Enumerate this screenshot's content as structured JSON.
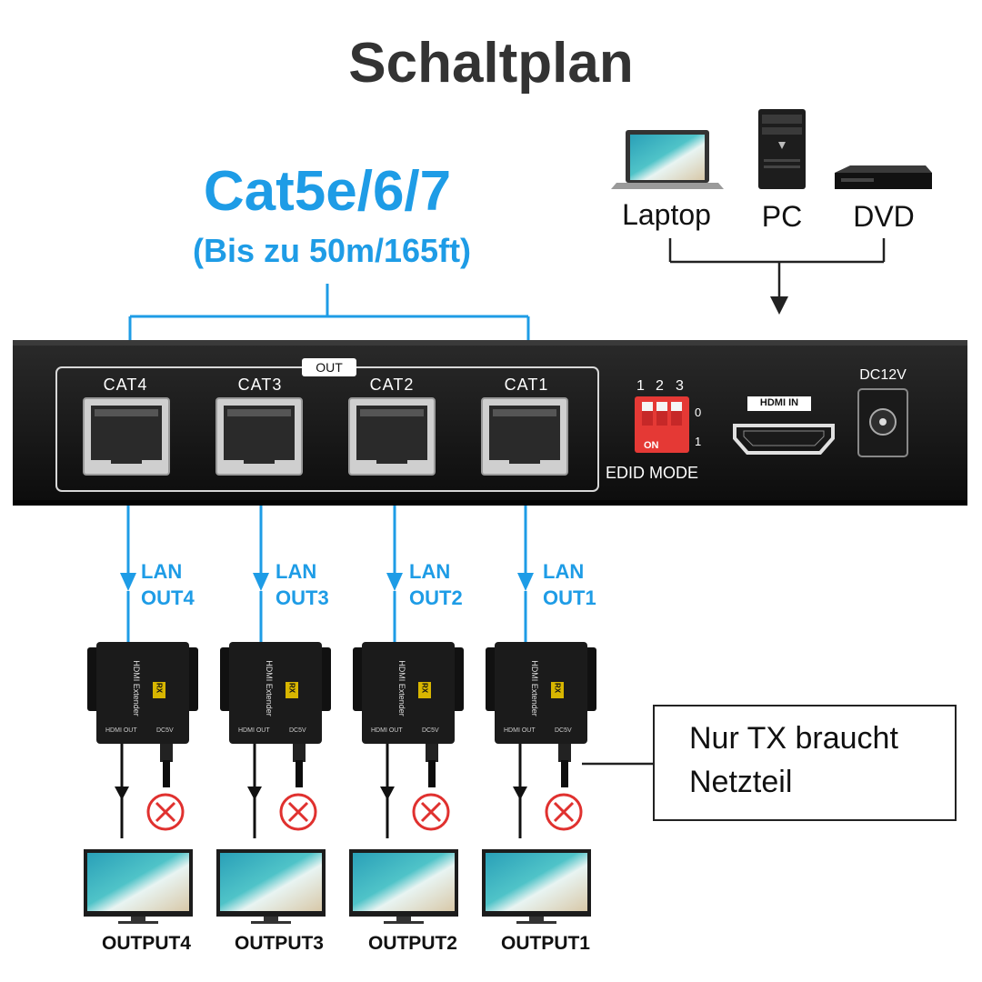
{
  "title": "Schaltplan",
  "cable": {
    "title": "Cat5e/6/7",
    "subtitle": "(Bis zu 50m/165ft)"
  },
  "sources": [
    "Laptop",
    "PC",
    "DVD"
  ],
  "device": {
    "out_label": "OUT",
    "ports": [
      "CAT4",
      "CAT3",
      "CAT2",
      "CAT1"
    ],
    "dip_numbers": [
      "1",
      "2",
      "3"
    ],
    "dip_side": [
      "0",
      "1"
    ],
    "dip_on_label": "ON",
    "edid_label": "EDID MODE",
    "hdmi_label": "HDMI IN",
    "dc_label": "DC12V"
  },
  "lan_outputs": [
    {
      "line1": "LAN",
      "line2": "OUT4"
    },
    {
      "line1": "LAN",
      "line2": "OUT3"
    },
    {
      "line1": "LAN",
      "line2": "OUT2"
    },
    {
      "line1": "LAN",
      "line2": "OUT1"
    }
  ],
  "receiver": {
    "name": "HDMI Extender",
    "badge": "RX",
    "hdmi_out": "HDMI OUT",
    "dc": "DC5V"
  },
  "note": {
    "line1": "Nur TX braucht",
    "line2": "Netzteil"
  },
  "outputs": [
    "OUTPUT4",
    "OUTPUT3",
    "OUTPUT2",
    "OUTPUT1"
  ],
  "colors": {
    "accent": "#1e9ce6",
    "device": "#141414",
    "cross": "#e0312f"
  }
}
